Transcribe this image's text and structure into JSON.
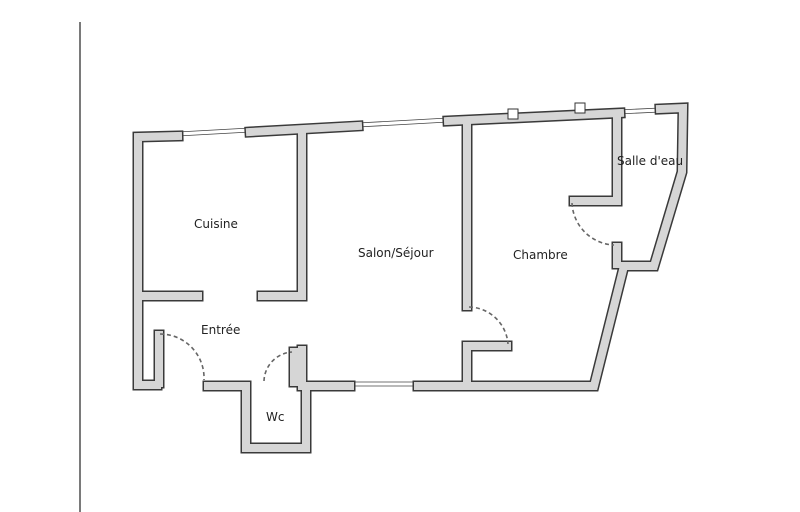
{
  "plan": {
    "rooms": {
      "cuisine": "Cuisine",
      "salon": "Salon/Séjour",
      "chambre": "Chambre",
      "entree": "Entrée",
      "salle_eau": "Salle d'eau",
      "wc": "Wc"
    }
  }
}
